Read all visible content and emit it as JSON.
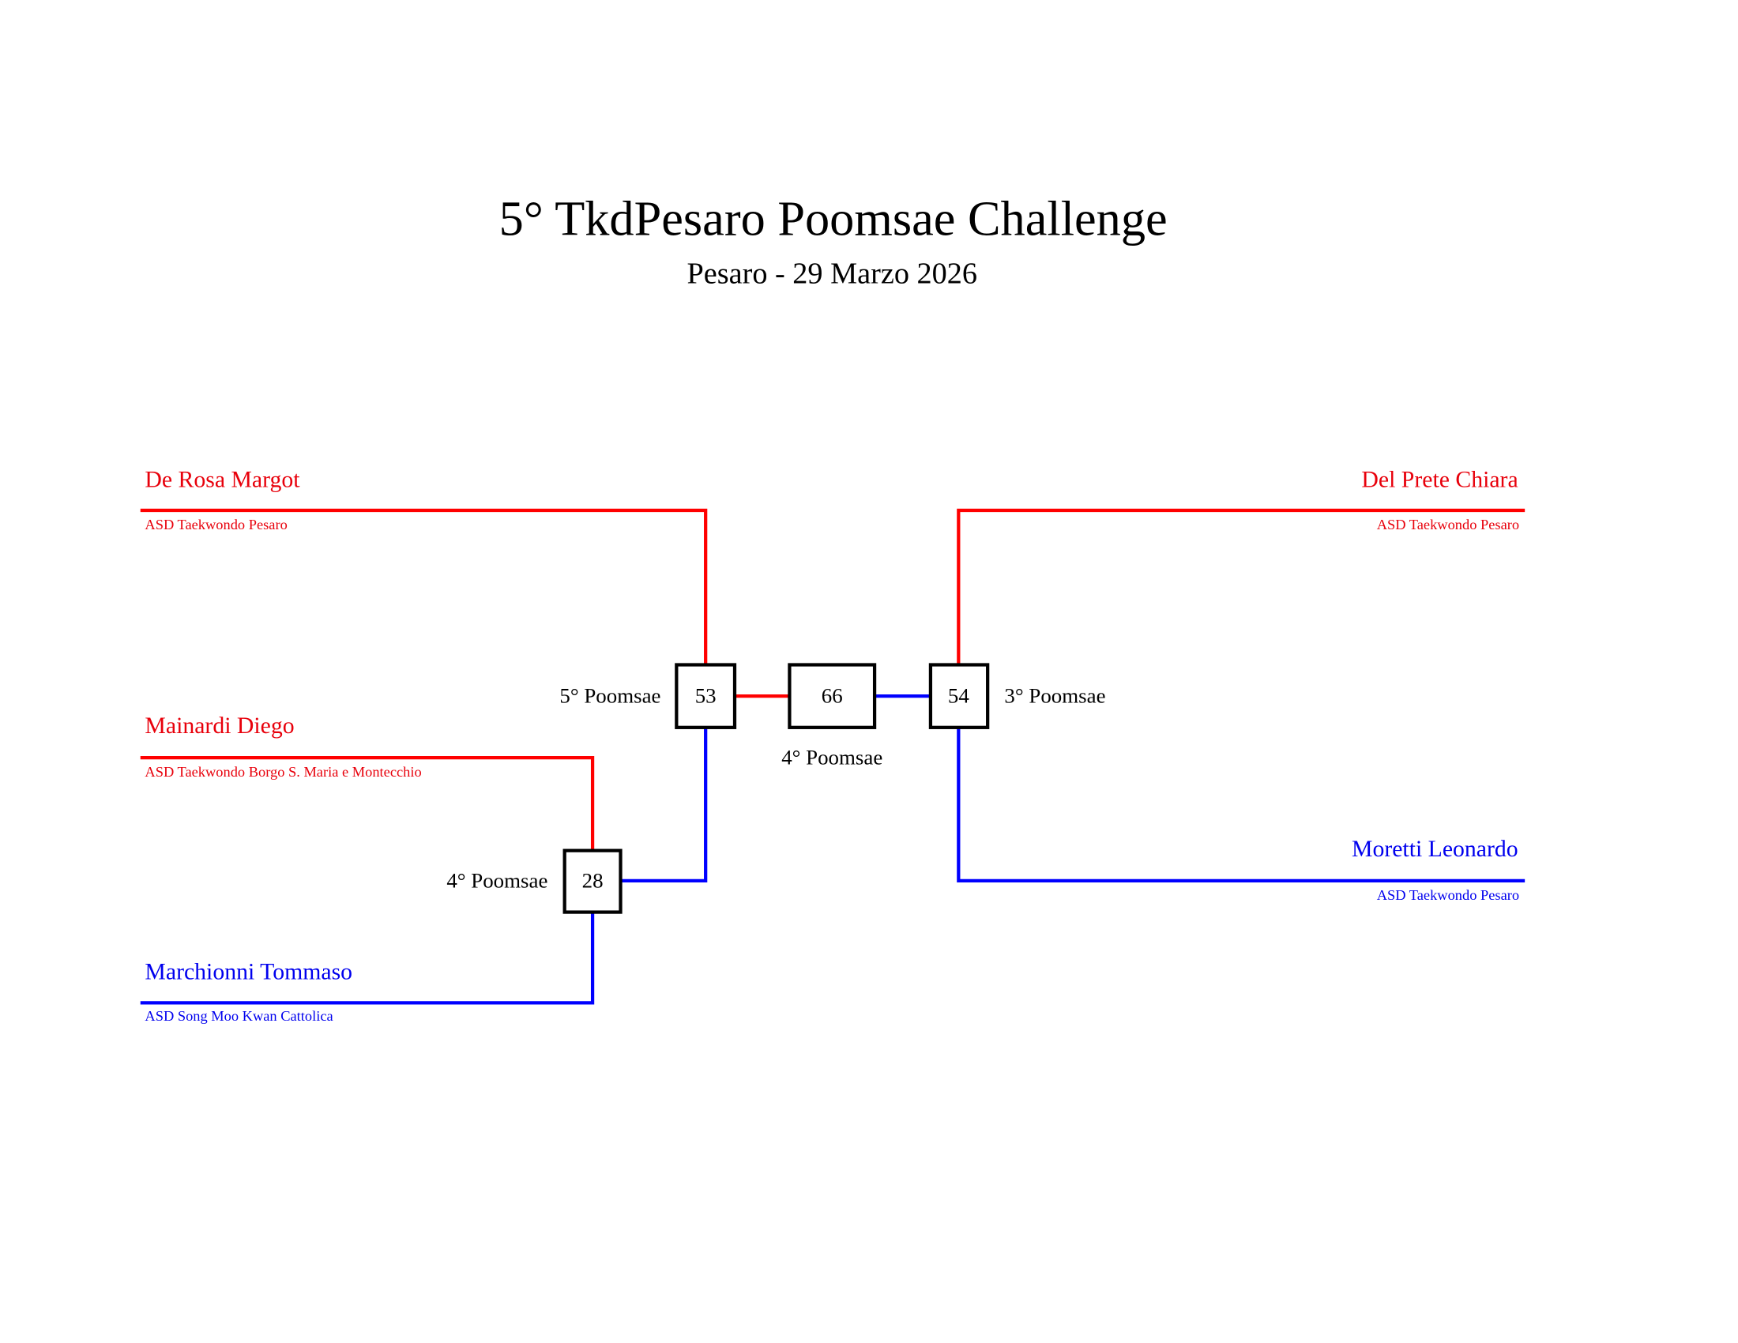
{
  "header": {
    "title": "5° TkdPesaro Poomsae Challenge",
    "subtitle": "Pesaro - 29 Marzo 2026"
  },
  "colors": {
    "red": "#ff0000",
    "blue": "#0000ff",
    "box": "#000000"
  },
  "athletes": [
    {
      "name": "De Rosa Margot",
      "club": "ASD Taekwondo Pesaro",
      "corner": "red"
    },
    {
      "name": "Mainardi Diego",
      "club": "ASD Taekwondo Borgo S. Maria e Montecchio",
      "corner": "red"
    },
    {
      "name": "Marchionni Tommaso",
      "club": "ASD Song Moo Kwan Cattolica",
      "corner": "blue"
    },
    {
      "name": "Del Prete Chiara",
      "club": "ASD Taekwondo Pesaro",
      "corner": "red"
    },
    {
      "name": "Moretti Leonardo",
      "club": "ASD Taekwondo Pesaro",
      "corner": "blue"
    }
  ],
  "matches": [
    {
      "number": "28",
      "poomsae": "4° Poomsae"
    },
    {
      "number": "53",
      "poomsae": "5° Poomsae"
    },
    {
      "number": "66",
      "poomsae": "4° Poomsae"
    },
    {
      "number": "54",
      "poomsae": "3° Poomsae"
    }
  ]
}
